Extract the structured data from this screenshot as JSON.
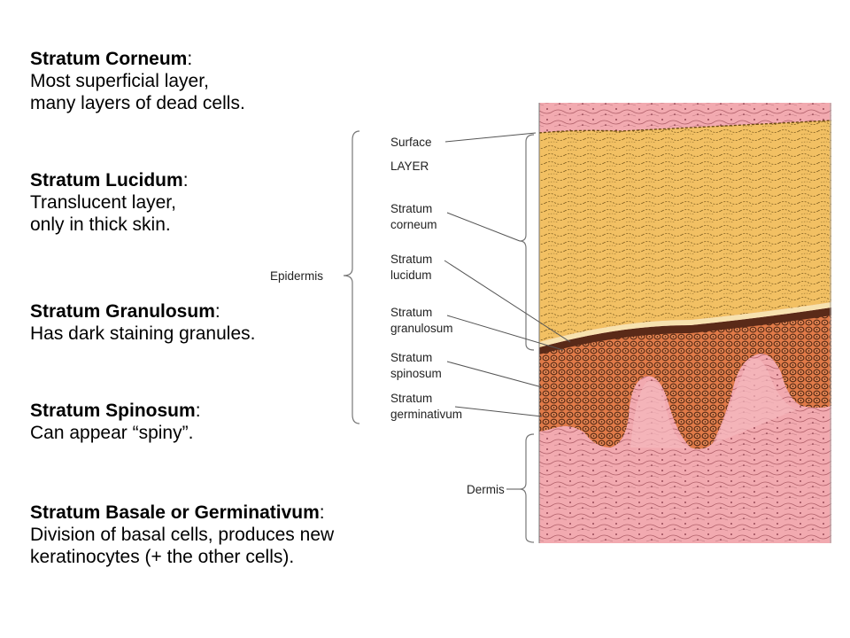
{
  "descriptions": [
    {
      "title": "Stratum Corneum",
      "colon": ":",
      "lines": [
        "Most superficial layer,",
        "many layers of dead cells."
      ]
    },
    {
      "title": "Stratum Lucidum",
      "colon": ":",
      "lines": [
        "Translucent layer,",
        "only in thick skin."
      ]
    },
    {
      "title": "Stratum Granulosum",
      "colon": ":",
      "lines": [
        "Has dark staining granules."
      ]
    },
    {
      "title": "Stratum Spinosum",
      "colon": ":",
      "lines": [
        "Can appear “spiny”."
      ]
    },
    {
      "title": "Stratum Basale or Germinativum",
      "colon": ":",
      "lines": [
        "Division of basal cells, produces new",
        "keratinocytes (+ the other cells)."
      ]
    }
  ],
  "diagram_labels": {
    "surface": "Surface",
    "layer": "LAYER",
    "corneum": [
      "Stratum",
      "corneum"
    ],
    "lucidum": [
      "Stratum",
      "lucidum"
    ],
    "granulosum": [
      "Stratum",
      "granulosum"
    ],
    "spinosum": [
      "Stratum",
      "spinosum"
    ],
    "germinativum": [
      "Stratum",
      "germinativum"
    ],
    "epidermis": "Epidermis",
    "dermis": "Dermis"
  },
  "colors": {
    "corneum": "#f2c063",
    "epidermis_basal": "#e07a48",
    "dermis": "#f2aab0",
    "line": "#555555"
  }
}
